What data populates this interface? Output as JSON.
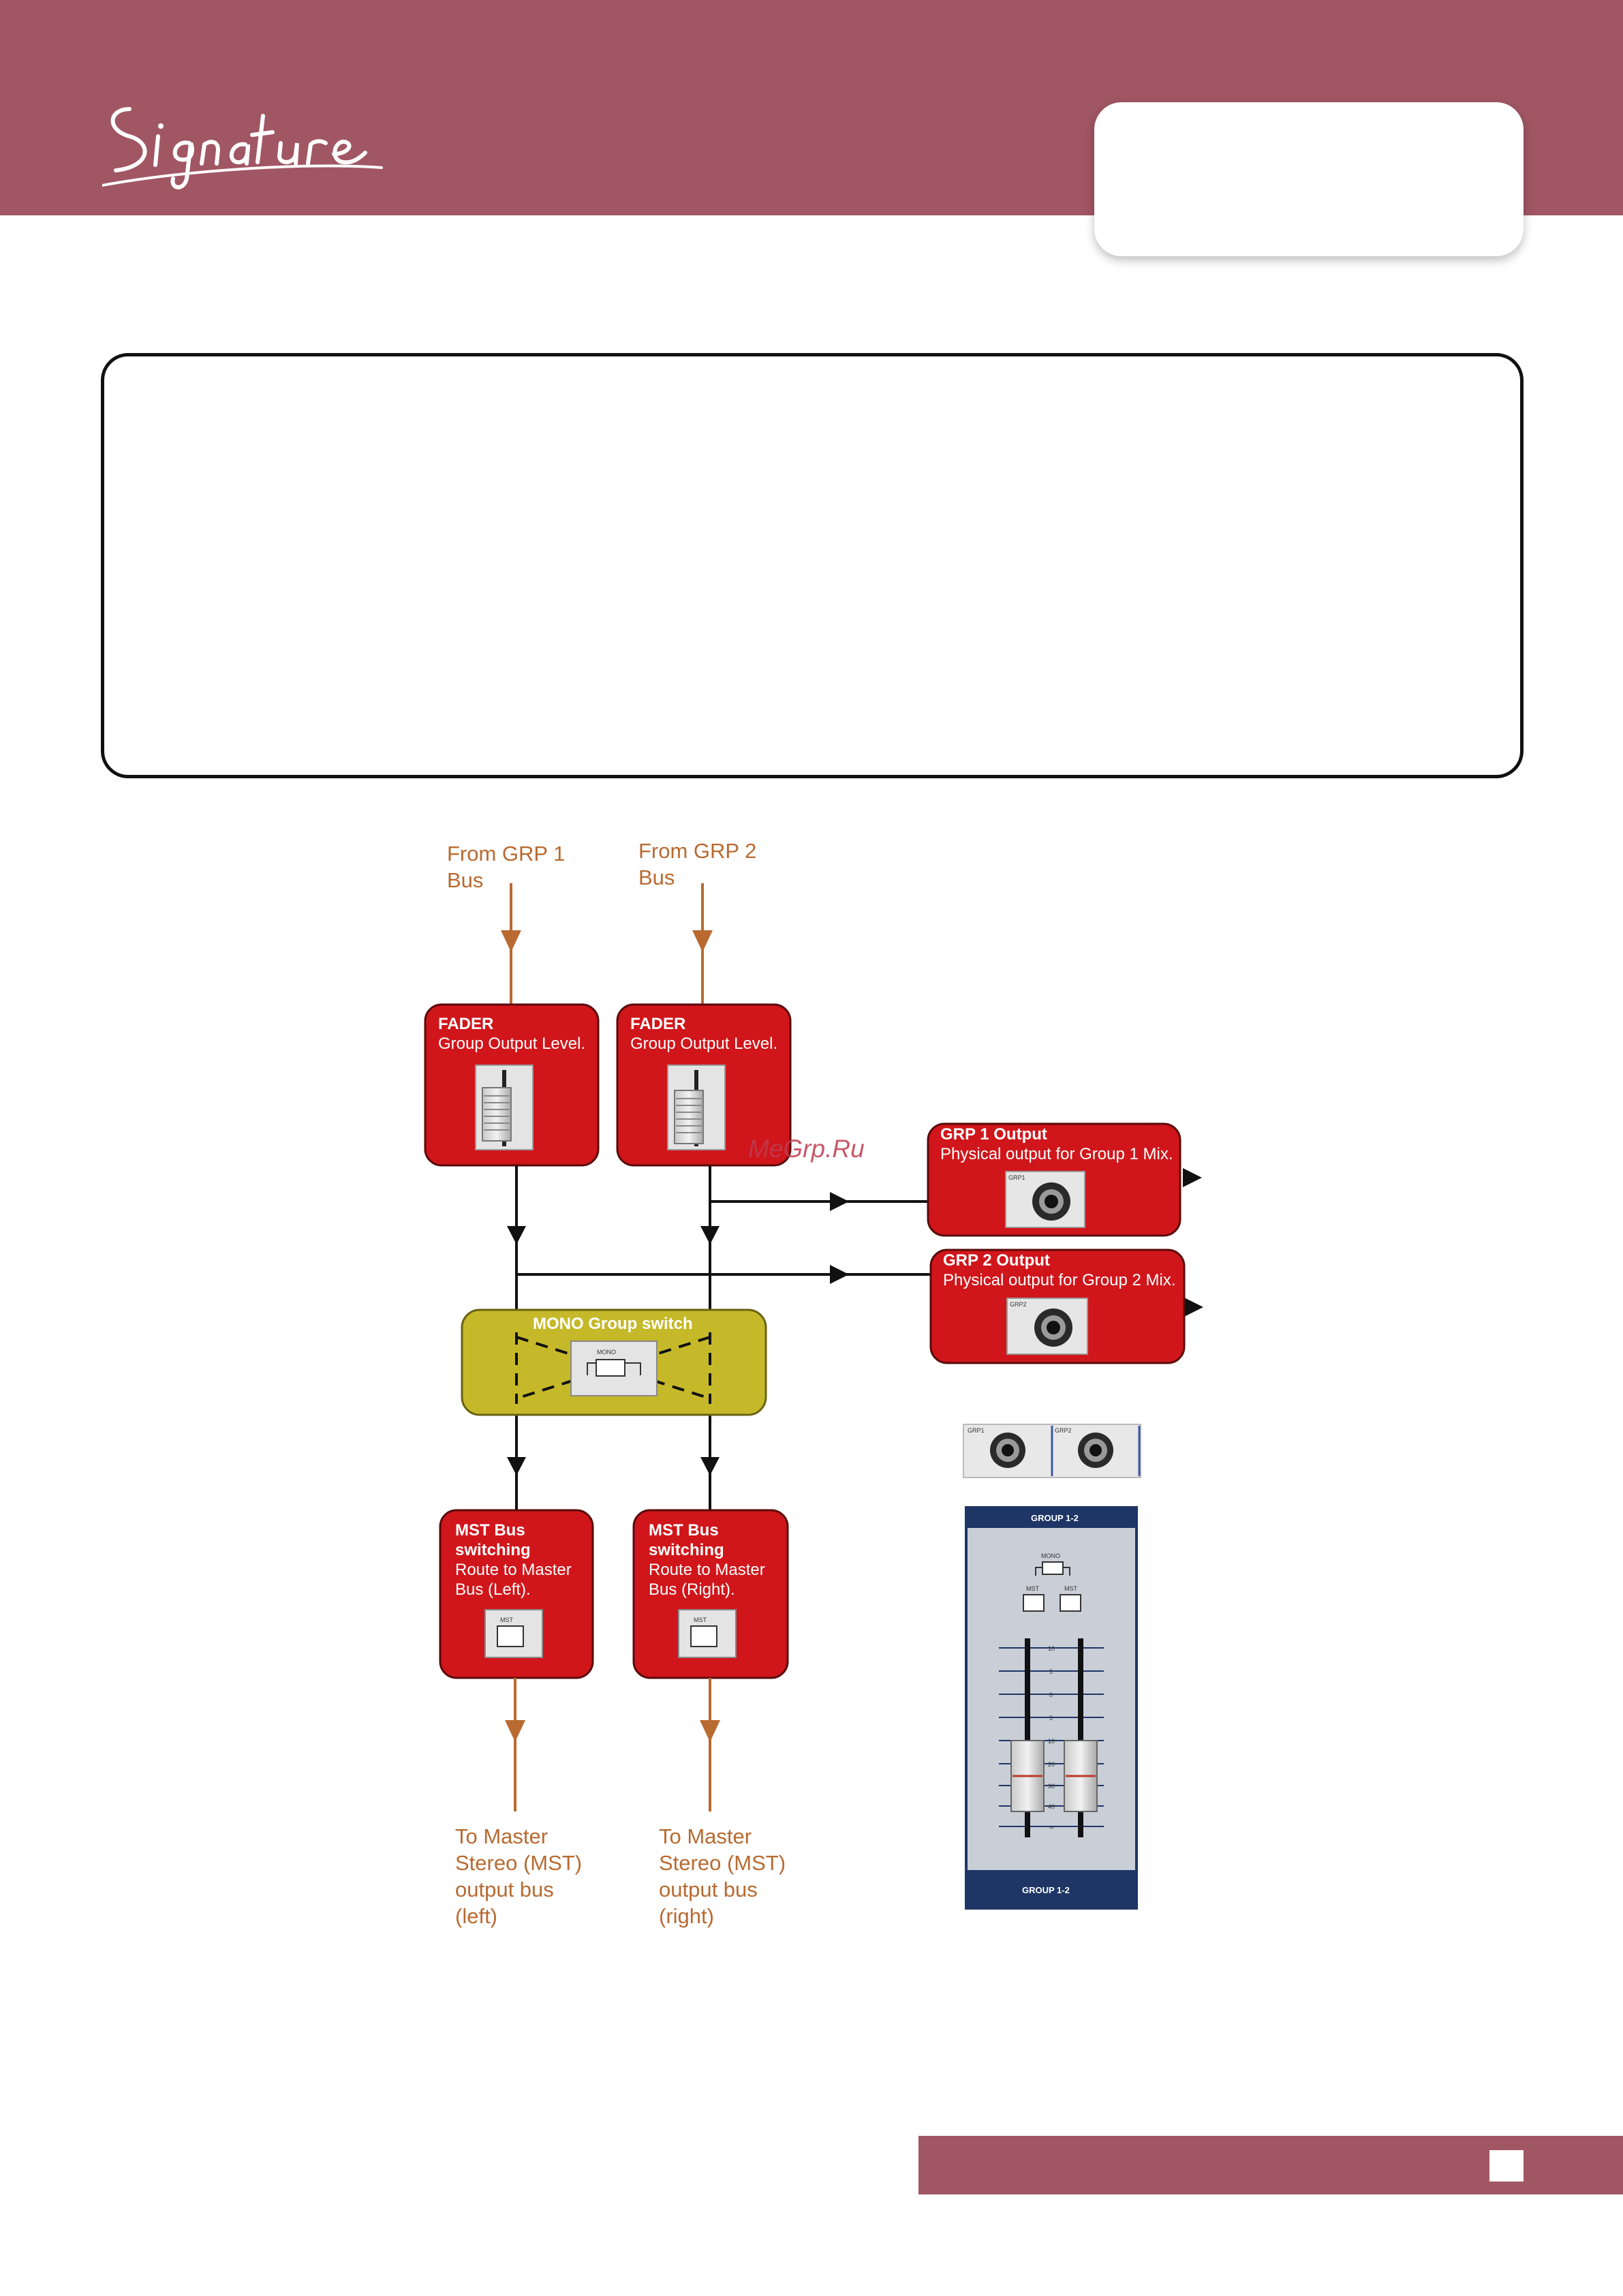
{
  "header": {
    "logo_text": "Signature",
    "band_color": "#a15663",
    "title_box_text": ""
  },
  "content_frame": {
    "text": ""
  },
  "diagram": {
    "inputs": {
      "grp1": [
        "From GRP 1",
        "Bus"
      ],
      "grp2": [
        "From GRP 2",
        "Bus"
      ]
    },
    "fader1": {
      "title": "FADER",
      "desc": "Group Output Level."
    },
    "fader2": {
      "title": "FADER",
      "desc": "Group Output Level."
    },
    "grp1_output": {
      "title": "GRP 1 Output",
      "desc": "Physical output for Group 1 Mix.",
      "jack_label": "GRP1"
    },
    "grp2_output": {
      "title": "GRP 2 Output",
      "desc": "Physical output for Group 2 Mix.",
      "jack_label": "GRP2"
    },
    "mono_switch": {
      "title": "MONO Group switch",
      "button_label": "MONO"
    },
    "mst_left": {
      "title_lines": [
        "MST Bus",
        "switching"
      ],
      "desc_lines": [
        "Route to Master",
        "Bus (Left)."
      ],
      "button_label": "MST"
    },
    "mst_right": {
      "title_lines": [
        "MST Bus",
        "switching"
      ],
      "desc_lines": [
        "Route to Master",
        "Bus (Right)."
      ],
      "button_label": "MST"
    },
    "outputs": {
      "left": [
        "To Master",
        "Stereo (MST)",
        "output bus",
        "(left)"
      ],
      "right": [
        "To Master",
        "Stereo (MST)",
        "output bus",
        "(right)"
      ]
    },
    "jack_panel": {
      "labels": [
        "GRP1",
        "GRP2"
      ]
    },
    "channel_strip": {
      "header": "GROUP 1-2",
      "mono_label": "MONO",
      "mst_labels": [
        "MST",
        "MST"
      ],
      "scale_marks": [
        "10",
        "5",
        "0",
        "5",
        "10",
        "20",
        "30",
        "40",
        "∞"
      ],
      "footer": "GROUP 1-2"
    },
    "watermark": "MeGrp.Ru",
    "colors": {
      "block_red": "#d0161b",
      "mono_yellow": "#c5b92a",
      "signal_orange": "#b86a31",
      "panel_navy": "#1e3566"
    }
  },
  "footer": {
    "band_color": "#a15663",
    "page_number": ""
  }
}
